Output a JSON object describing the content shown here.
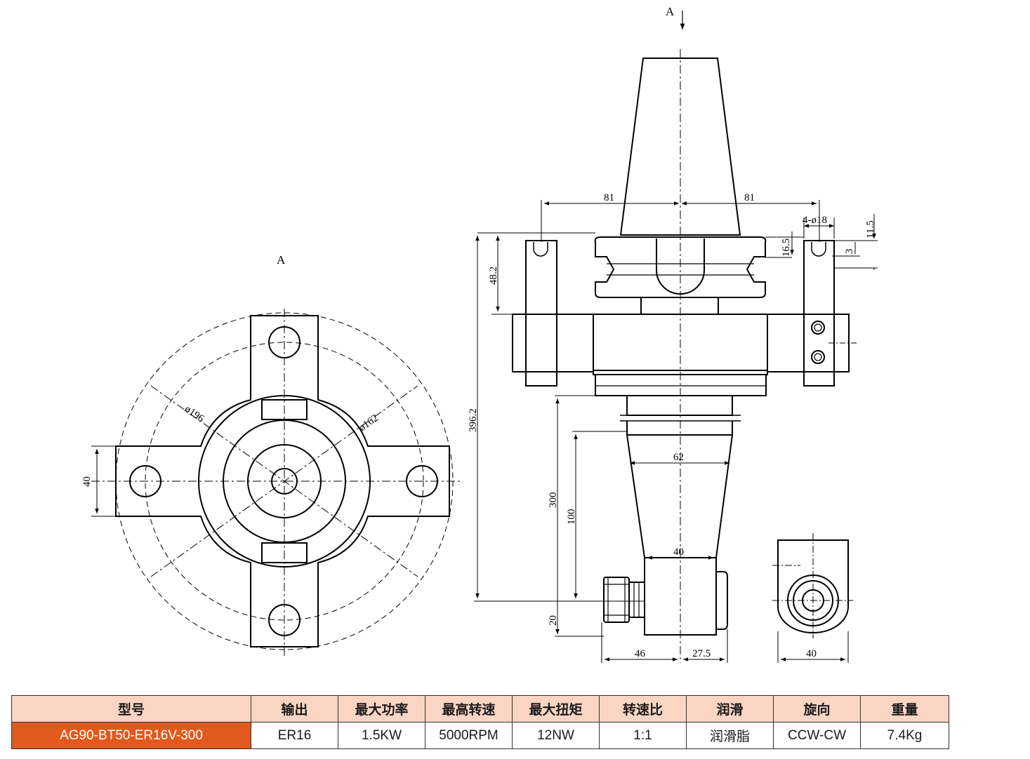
{
  "drawing": {
    "view_label_top": "A",
    "view_label_left": "A",
    "dims": {
      "d196": "ø196",
      "d162": "ø162",
      "w40_left": "40",
      "w81_left": "81",
      "w81_right": "81",
      "holes": "4-ø18",
      "h11_5": "11.5",
      "h16_5": "16.5",
      "h3": "3",
      "h48_2": "48.2",
      "h396_2": "396.2",
      "h300": "300",
      "h100": "100",
      "h20": "20",
      "w62": "62",
      "w40_mid": "40",
      "w46": "46",
      "w27_5": "27.5",
      "w40_right": "40"
    }
  },
  "spec_table": {
    "headers": [
      "型号",
      "输出",
      "最大功率",
      "最高转速",
      "最大扭矩",
      "转速比",
      "润滑",
      "旋向",
      "重量"
    ],
    "row": [
      "AG90-BT50-ER16V-300",
      "ER16",
      "1.5KW",
      "5000RPM",
      "12NW",
      "1:1",
      "润滑脂",
      "CCW-CW",
      "7.4Kg"
    ],
    "model_color": "#e0591d",
    "header_color": "#fbd5c3"
  }
}
